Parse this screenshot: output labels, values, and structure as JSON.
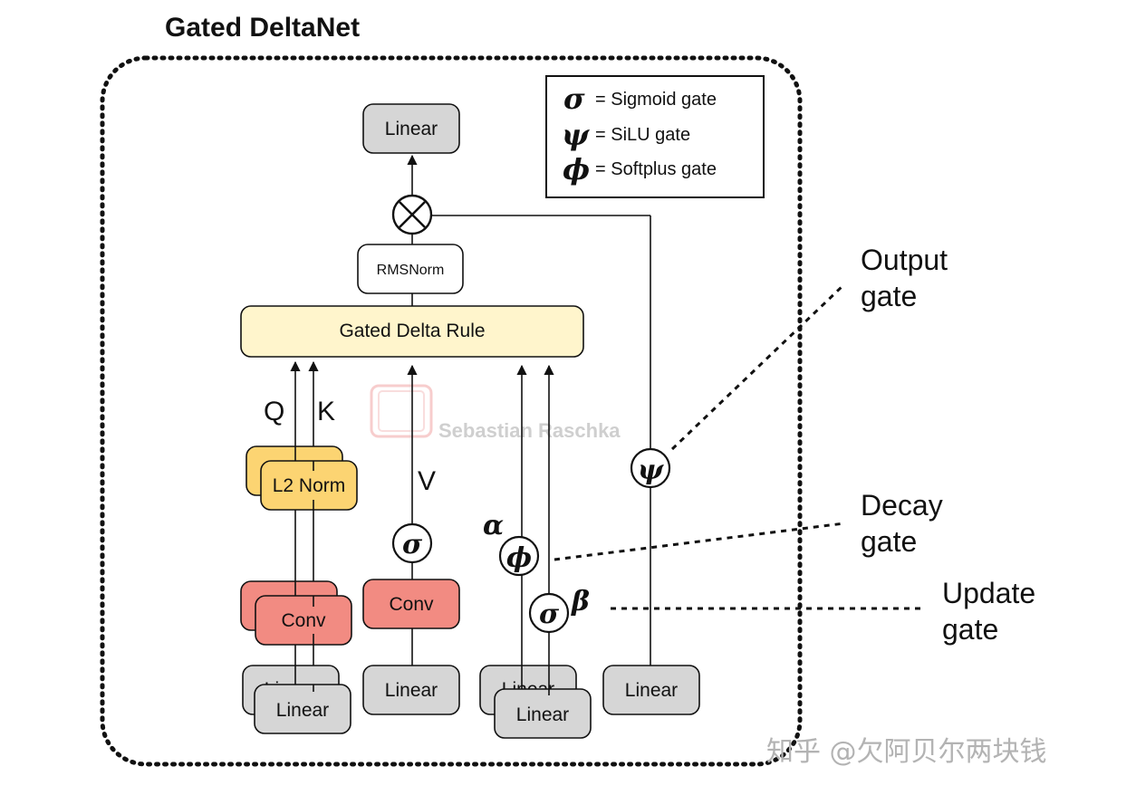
{
  "title": "Gated DeltaNet",
  "legend": [
    {
      "symbol": "σ",
      "text": "= Sigmoid gate"
    },
    {
      "symbol": "ψ",
      "text": "= SiLU gate"
    },
    {
      "symbol": "ϕ",
      "text": "= Softplus gate"
    }
  ],
  "blocks": {
    "linear_top": "Linear",
    "rmsnorm": "RMSNorm",
    "gated_delta_rule": "Gated Delta Rule",
    "l2norm": "L2 Norm",
    "conv_qk": "Conv",
    "conv_v": "Conv",
    "linear_qk": "Linear",
    "linear_v": "Linear",
    "linear_ab": "Linear",
    "linear_out": "Linear",
    "linear_qk_back": "Linear",
    "linear_ab_back": "Linear"
  },
  "labels": {
    "q": "Q",
    "k": "K",
    "v": "V",
    "alpha": "α",
    "beta": "β",
    "multiply": "⊗"
  },
  "gates": {
    "psi": "ψ",
    "sigma_v": "σ",
    "phi": "ϕ",
    "sigma_beta": "σ"
  },
  "annotations": {
    "output_gate": [
      "Output",
      "gate"
    ],
    "decay_gate": [
      "Decay",
      "gate"
    ],
    "update_gate": [
      "Update",
      "gate"
    ]
  },
  "watermark": "Sebastian Raschka",
  "credit": "知乎 @欠阿贝尔两块钱",
  "colors": {
    "linear": "#d6d6d6",
    "conv": "#f28b82",
    "l2norm": "#fcd472",
    "gated_delta_rule": "#fff5cc",
    "rmsnorm": "#ffffff"
  }
}
